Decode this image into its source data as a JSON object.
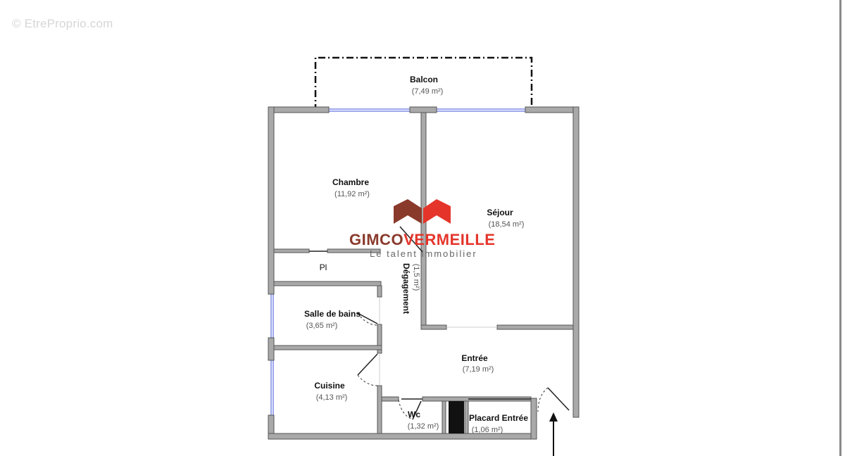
{
  "watermark": "© EtreProprio.com",
  "brand": {
    "name_part1": "GIMCO",
    "name_part2": "VERMEILLE",
    "tagline": "Le talent immobilier",
    "color_dark": "#8a3a2b",
    "color_red": "#e5352b"
  },
  "colors": {
    "wall_fill": "#a9a9a9",
    "wall_stroke": "#555555",
    "window": "#3b4fd8"
  },
  "rooms": {
    "balcon": {
      "name": "Balcon",
      "area": "(7,49 m²)"
    },
    "chambre": {
      "name": "Chambre",
      "area": "(11,92 m²)"
    },
    "sejour": {
      "name": "Séjour",
      "area": "(18,54 m²)"
    },
    "pl": {
      "name": "Pl"
    },
    "degagement": {
      "name": "Dégagement",
      "area": "(1,5 m²)"
    },
    "sdb": {
      "name": "Salle de bains",
      "area": "(3,65 m²)"
    },
    "entree": {
      "name": "Entrée",
      "area": "(7,19 m²)"
    },
    "cuisine": {
      "name": "Cuisine",
      "area": "(4,13 m²)"
    },
    "wc": {
      "name": "Wc",
      "area": "(1,32 m²)"
    },
    "placard": {
      "name": "Placard Entrée",
      "area": "(1,06 m²)"
    }
  }
}
